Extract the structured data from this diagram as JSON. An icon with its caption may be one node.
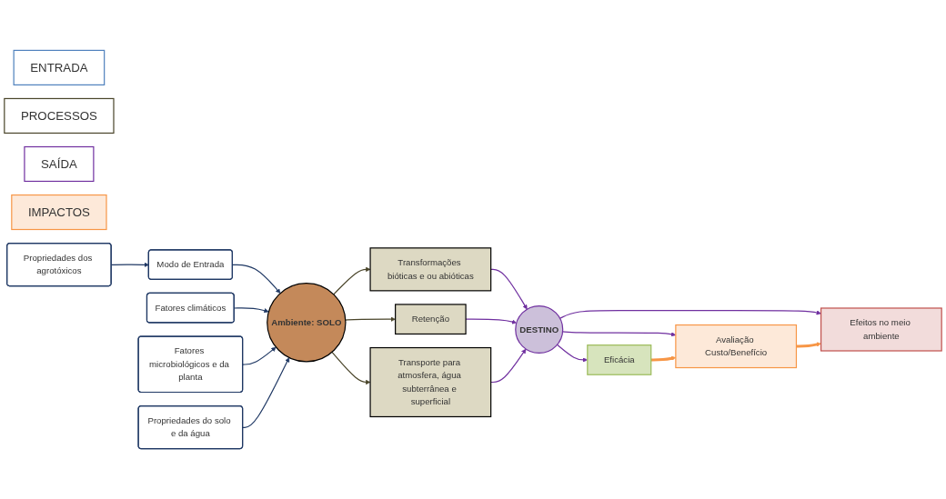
{
  "diagram": {
    "nodes": [
      {
        "text": [
          "ENTRADA"
        ]
      },
      {
        "text": [
          "PROCESSOS"
        ]
      },
      {
        "text": [
          "SAÍDA"
        ]
      },
      {
        "text": [
          "IMPACTOS"
        ]
      },
      {
        "text": [
          "Propriedades dos agrotóxicos"
        ]
      },
      {
        "text": [
          "Modo de Entrada"
        ]
      },
      {
        "text": [
          "Fatores climáticos"
        ]
      },
      {
        "text": [
          "Fatores microbiológicos e da planta"
        ]
      },
      {
        "text": [
          "Propriedades do solo e da água"
        ]
      },
      {
        "text": [
          "Ambiente: SOLO"
        ]
      },
      {
        "text": [
          "Transformações bióticas e ou abióticas"
        ]
      },
      {
        "text": [
          "Retenção"
        ]
      },
      {
        "text": [
          "Transporte para atmosfera, água subterrânea e superficial"
        ]
      },
      {
        "text": [
          "DESTINO"
        ]
      },
      {
        "text": [
          "Eficácia"
        ]
      },
      {
        "text": [
          "Avaliação Custo/Benefício"
        ]
      },
      {
        "text": [
          "Efeitos no meio ambiente"
        ]
      }
    ],
    "edges": [
      {
        "from": 4,
        "to": 5,
        "arrow": "to",
        "color": "#1f3864"
      },
      {
        "from": 5,
        "to": 9,
        "arrow": "to",
        "color": "#1f3864"
      },
      {
        "from": 6,
        "to": 9,
        "arrow": "to",
        "color": "#1f3864"
      },
      {
        "from": 7,
        "to": 9,
        "arrow": "to",
        "color": "#1f3864"
      },
      {
        "from": 8,
        "to": 9,
        "arrow": "to",
        "color": "#1f3864"
      },
      {
        "from": 9,
        "to": 10,
        "arrow": "to",
        "color": "#4a452a"
      },
      {
        "from": 9,
        "to": 11,
        "arrow": "to",
        "color": "#4a452a"
      },
      {
        "from": 9,
        "to": 12,
        "arrow": "to",
        "color": "#4a452a"
      },
      {
        "from": 10,
        "to": 13,
        "arrow": "to"
      },
      {
        "from": 11,
        "to": 13,
        "arrow": "to"
      },
      {
        "from": 12,
        "to": 13,
        "arrow": "to"
      },
      {
        "from": 13,
        "to": 14,
        "arrow": "to"
      },
      {
        "from": 13,
        "to": 15,
        "arrow": "to"
      },
      {
        "from": 13,
        "to": 16,
        "arrow": "to"
      },
      {
        "from": 14,
        "to": 15,
        "arrow": "to",
        "style": "thick",
        "color": "#f79646"
      },
      {
        "from": 15,
        "to": 16,
        "arrow": "to",
        "style": "thick",
        "color": "#f79646"
      }
    ]
  }
}
